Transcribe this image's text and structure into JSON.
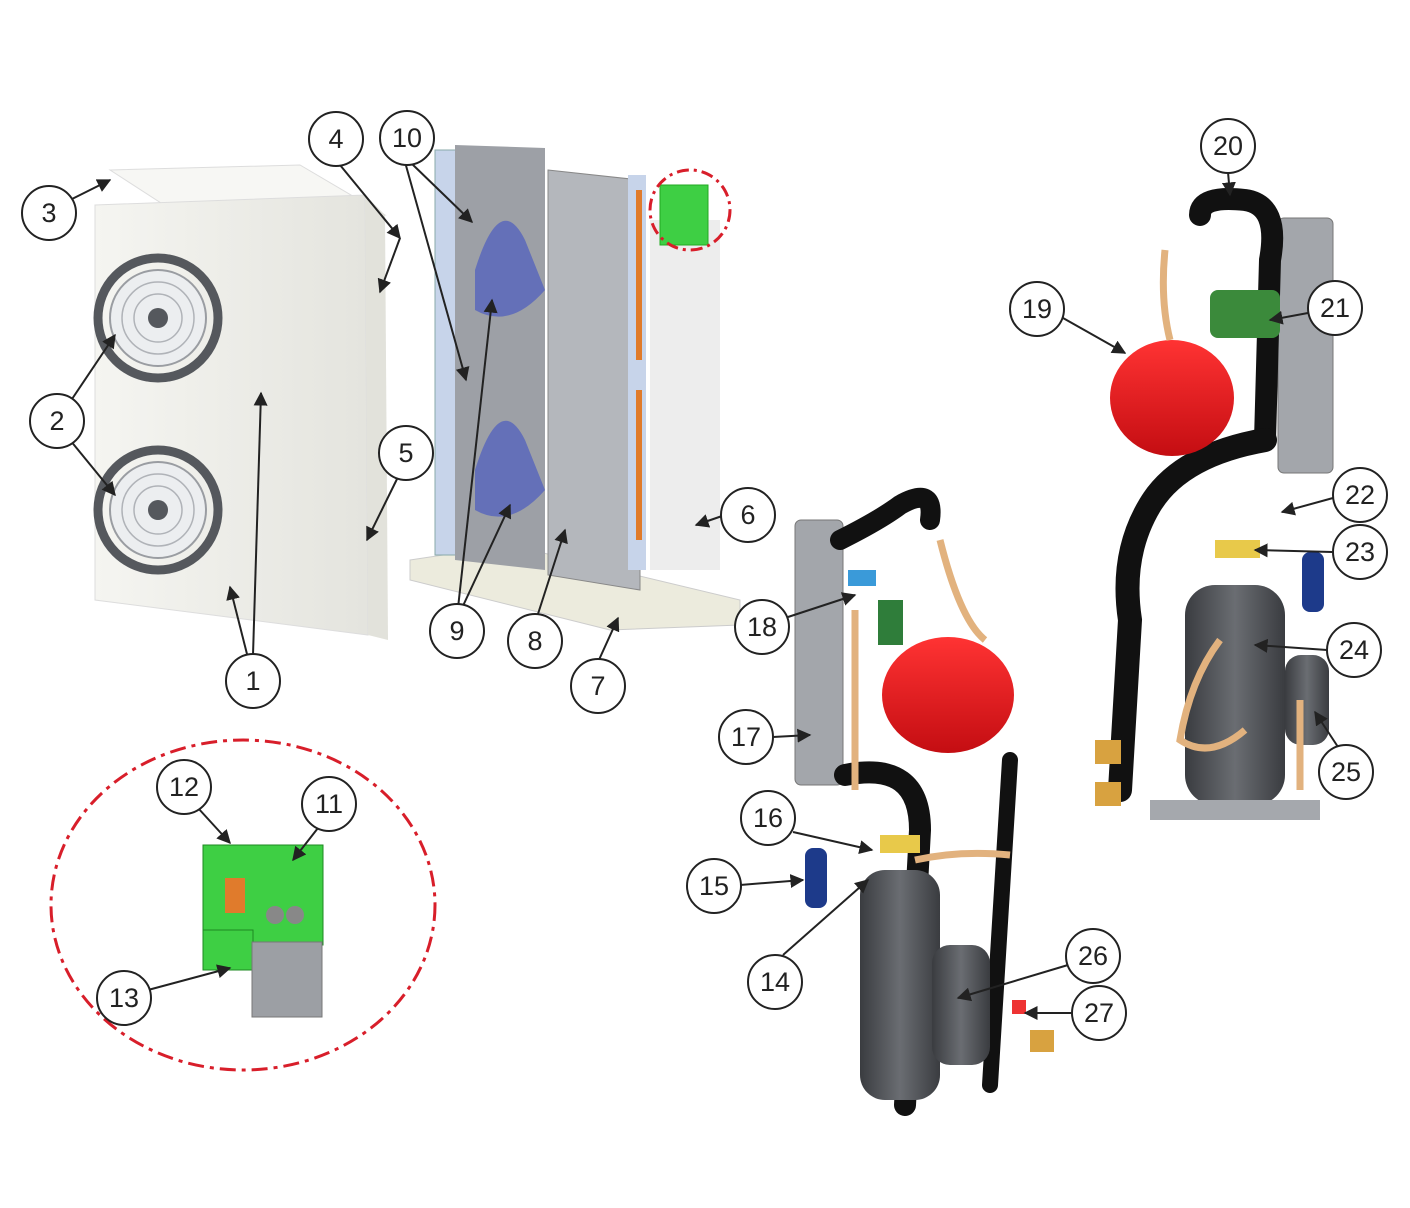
{
  "callouts": [
    "1",
    "2",
    "3",
    "4",
    "5",
    "6",
    "7",
    "8",
    "9",
    "10",
    "11",
    "12",
    "13",
    "14",
    "15",
    "16",
    "17",
    "18",
    "19",
    "20",
    "21",
    "22",
    "23",
    "24",
    "25",
    "26",
    "27"
  ],
  "colors": {
    "detail_circle": "#d81e2a",
    "expansion_vessel": "#e3161d",
    "copper_pipe": "#e2b27e",
    "insulation": "#111111",
    "compressor": "#4a4d52",
    "casing": "#f0f0ea",
    "fan_grille": "#55585d",
    "fan_blade": "#6470b8",
    "pcb": "#3ecf44",
    "frame": "#a5a8ad",
    "filter_drier": "#1d3a8a",
    "pump": "#3b8a3b"
  },
  "icons": {
    "outdoor_unit": "outdoor-unit-casing",
    "open_unit": "open-unit-internals",
    "pcb": "control-board",
    "hydraulic_left": "hydraulic-module-front",
    "hydraulic_right": "hydraulic-module-rear"
  }
}
